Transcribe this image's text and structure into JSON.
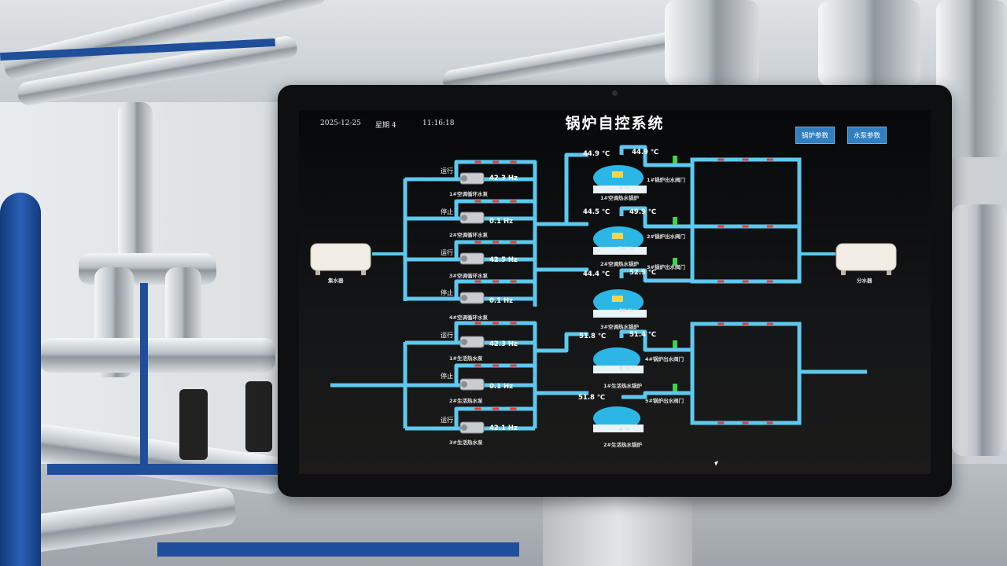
{
  "header": {
    "date": "2025-12-25",
    "weekday": "星期 4",
    "time": "11:16:18",
    "title": "锅炉自控系统",
    "btn_boiler_params": "锅炉参数",
    "btn_pump_params": "水泵参数"
  },
  "tanks": {
    "left_label": "集水器",
    "right_label": "分水器"
  },
  "pumps_group1": [
    {
      "status": "运行",
      "freq": "42.3 Hz",
      "name": "1#空调循环水泵"
    },
    {
      "status": "停止",
      "freq": "0.1 Hz",
      "name": "2#空调循环水泵"
    },
    {
      "status": "运行",
      "freq": "42.5 Hz",
      "name": "3#空调循环水泵"
    },
    {
      "status": "停止",
      "freq": "0.1 Hz",
      "name": "4#空调循环水泵"
    }
  ],
  "pumps_group2": [
    {
      "status": "运行",
      "freq": "42.3 Hz",
      "name": "1#生活热水泵"
    },
    {
      "status": "停止",
      "freq": "0.1 Hz",
      "name": "2#生活热水泵"
    },
    {
      "status": "运行",
      "freq": "42.1 Hz",
      "name": "3#生活热水泵"
    }
  ],
  "boilers_group1": [
    {
      "in_temp": "44.9 ℃",
      "out_temp": "44.9 ℃",
      "load": "0 %",
      "name": "1#空调热水锅炉",
      "valve": "1#锅炉出水阀门"
    },
    {
      "in_temp": "44.5 ℃",
      "out_temp": "49.9 ℃",
      "load": "76 %",
      "name": "2#空调热水锅炉",
      "valve": "2#锅炉出水阀门"
    },
    {
      "in_temp": "44.4 ℃",
      "out_temp": "52.9 ℃",
      "load": "88 %",
      "name": "3#空调热水锅炉",
      "valve": "3#锅炉出水阀门"
    }
  ],
  "boilers_group2": [
    {
      "in_temp": "51.8 ℃",
      "out_temp": "51.4 ℃",
      "load": "0 %",
      "name": "1#生活热水锅炉",
      "valve": "4#锅炉出水阀门"
    },
    {
      "in_temp": "51.8 ℃",
      "out_temp": "",
      "load": "0 %",
      "name": "2#生活热水锅炉",
      "valve": "5#锅炉出水阀门"
    }
  ],
  "colors": {
    "pipe": "#5ec8ee",
    "flow_marker": "#e23a3a",
    "button": "#2f7fc1",
    "boiler": "#2bb6e6"
  }
}
